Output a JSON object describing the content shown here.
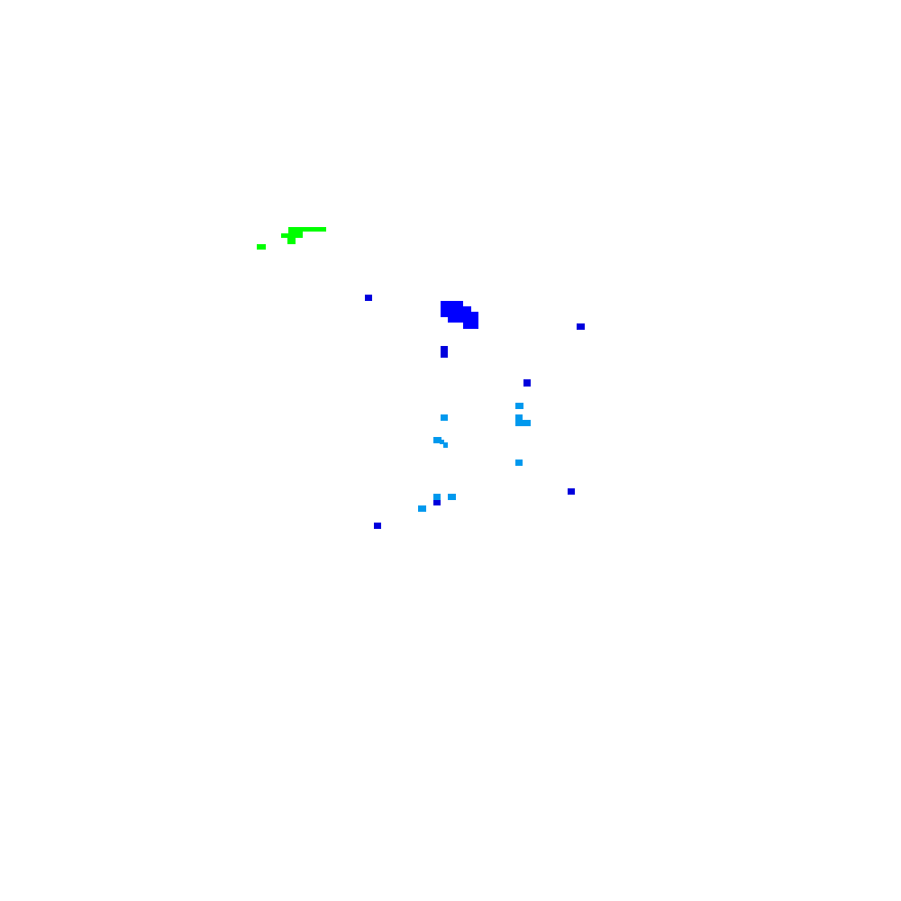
{
  "map": {
    "background": "#ffffff",
    "palette": {
      "green": "#00ff00",
      "blue": "#0000ff",
      "dark_blue": "#0000dd",
      "cyan_blue": "#0099ee"
    },
    "layers": [
      {
        "name": "green",
        "color_key": "green"
      },
      {
        "name": "blue",
        "color_key": "blue"
      },
      {
        "name": "dark-blue",
        "color_key": "dark_blue"
      },
      {
        "name": "cyan-blue",
        "color_key": "cyan_blue"
      }
    ]
  }
}
